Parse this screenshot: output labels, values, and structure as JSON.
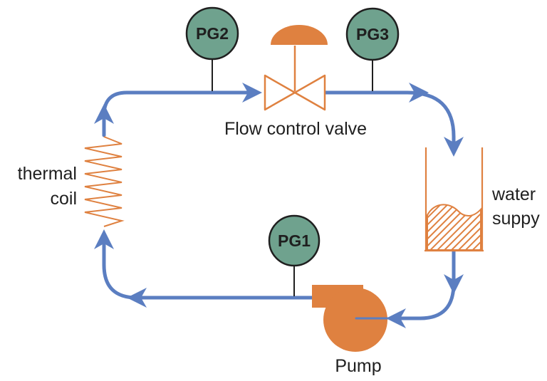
{
  "diagram": {
    "type": "process-flow-diagram",
    "labels": {
      "valve": "Flow control valve",
      "coil_line1": "thermal",
      "coil_line2": "coil",
      "water_line1": "water",
      "water_line2": "suppy",
      "pump": "Pump"
    },
    "gauges": [
      {
        "label": "PG2"
      },
      {
        "label": "PG3"
      },
      {
        "label": "PG1"
      }
    ],
    "colors": {
      "pipe_blue": "#5b7ec1",
      "component_orange": "#df8140",
      "gauge_green": "#6fa28e",
      "outline_black": "#1f1f1f",
      "background_white": "#ffffff"
    }
  }
}
